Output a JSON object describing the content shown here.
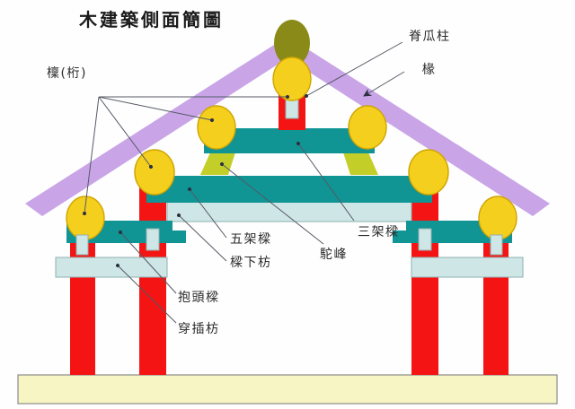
{
  "title": "木建築側面簡圖",
  "colors": {
    "roof_purple": "#c9a5e8",
    "post_red": "#f41414",
    "beam_teal": "#109494",
    "purlin_yellow": "#f5cf1e",
    "purlin_stroke": "#cfa400",
    "hump_olive": "#c3cf28",
    "ridge_olive": "#8a8a18",
    "fang_pale": "#cfe6e6",
    "fang_stroke": "#8fb0b0",
    "foundation": "#f7f5c4",
    "foundation_stroke": "#8a8a8a",
    "leader_line": "#555a66",
    "text": "#2b2b2b"
  },
  "labels": {
    "ridge_post": "脊瓜柱",
    "rafter": "椽",
    "purlin": "檁(桁)",
    "three_frame_beam": "三架樑",
    "five_frame_beam": "五架樑",
    "under_beam_fang": "樑下枋",
    "camel_hump": "駝峰",
    "head_embrace_beam": "抱頭樑",
    "through_insert_fang": "穿插枋"
  },
  "diagram": {
    "type": "architectural-section",
    "subject": "Chinese timber frame building side elevation",
    "post_count": 4,
    "purlin_count": 7,
    "beam_levels": 3,
    "parts": [
      {
        "name": "脊瓜柱",
        "role": "ridge melon post",
        "color": "#f41414"
      },
      {
        "name": "椽",
        "role": "rafter",
        "color": "#c9a5e8"
      },
      {
        "name": "檁(桁)",
        "role": "purlin",
        "color": "#f5cf1e"
      },
      {
        "name": "三架樑",
        "role": "three-purlin beam",
        "color": "#109494"
      },
      {
        "name": "五架樑",
        "role": "five-purlin beam",
        "color": "#109494"
      },
      {
        "name": "樑下枋",
        "role": "tie beam under main beam",
        "color": "#cfe6e6"
      },
      {
        "name": "駝峰",
        "role": "camel hump bracket",
        "color": "#c3cf28"
      },
      {
        "name": "抱頭樑",
        "role": "eave-embracing beam",
        "color": "#109494"
      },
      {
        "name": "穿插枋",
        "role": "through-penetrating tie",
        "color": "#cfe6e6"
      }
    ]
  }
}
